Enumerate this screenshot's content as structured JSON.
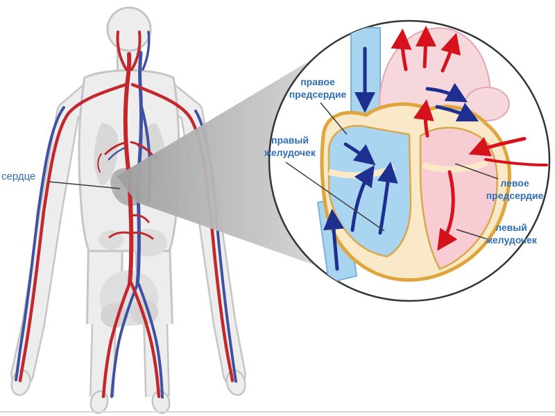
{
  "labels": {
    "body_heart": "сердце",
    "right_atrium": {
      "line1": "правое",
      "line2": "предсердие"
    },
    "right_ventricle": {
      "line1": "правый",
      "line2": "желудочек"
    },
    "left_atrium": {
      "line1": "левое",
      "line2": "предсердие"
    },
    "left_ventricle": {
      "line1": "левый",
      "line2": "желудочек"
    }
  },
  "colors": {
    "artery_red": "#c1272d",
    "vein_blue": "#3f51a3",
    "label_blue": "#2f6eb5",
    "body_gray": "#ededed",
    "body_outline_gray": "#c5c5c5",
    "organ_gray": "#d8d8d8",
    "heart_shade_gray": "#b2b2b2",
    "cone_gray": "#b5b5b5",
    "heart_wall_cream": "#f9e9c9",
    "heart_outline_orange": "#dfa63e",
    "right_heart_blue": "#aad5f0",
    "left_heart_pink": "#f7ccd3",
    "vessel_blue_fill": "#a8d4ef",
    "aorta_pink_fill": "#f6d7dc",
    "arrow_dark_blue": "#1d2f8f",
    "arrow_red": "#d6121c",
    "pointer_line": "#3c3c3c"
  }
}
